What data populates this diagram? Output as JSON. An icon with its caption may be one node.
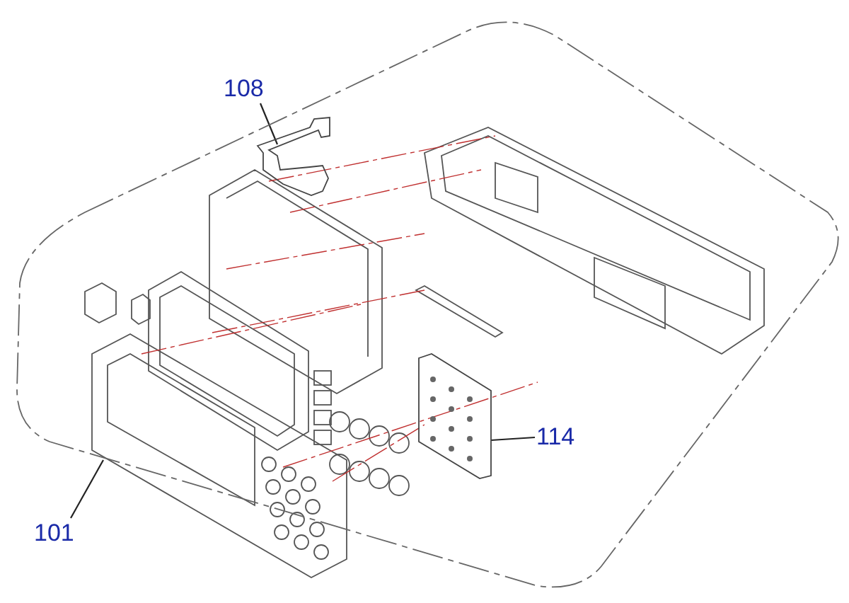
{
  "diagram": {
    "nodes": [
      {
        "text": [
          "108"
        ],
        "in": 5
      },
      {
        "text": [],
        "shape": "picture",
        "in": 5
      },
      {
        "text": [
          "114"
        ],
        "in": 5
      },
      {
        "text": [],
        "shape": "picture",
        "in": 5
      },
      {
        "text": [
          "101"
        ]
      },
      {
        "text": [],
        "shape": "box"
      }
    ],
    "edges": [
      {
        "from": 0,
        "to": 1,
        "arrow": "none"
      },
      {
        "from": 2,
        "to": 3,
        "arrow": "none"
      },
      {
        "from": 4,
        "to": 5,
        "arrow": "none"
      }
    ]
  }
}
